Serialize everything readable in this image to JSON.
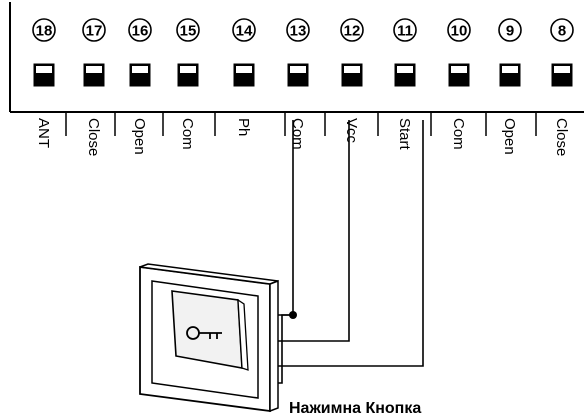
{
  "terminal_block": {
    "terminals": [
      {
        "number": "18",
        "label": "ANT"
      },
      {
        "number": "17",
        "label": "Close"
      },
      {
        "number": "16",
        "label": "Open"
      },
      {
        "number": "15",
        "label": "Com"
      },
      {
        "number": "14",
        "label": "Ph"
      },
      {
        "number": "13",
        "label": "Com"
      },
      {
        "number": "12",
        "label": "Vcc"
      },
      {
        "number": "11",
        "label": "Start"
      },
      {
        "number": "10",
        "label": "Com"
      },
      {
        "number": "9",
        "label": "Open"
      },
      {
        "number": "8",
        "label": "Close"
      }
    ]
  },
  "switch": {
    "icon": "key-icon",
    "wired_to": [
      "13",
      "12",
      "11"
    ]
  },
  "caption": "Нажимна Кнопка"
}
